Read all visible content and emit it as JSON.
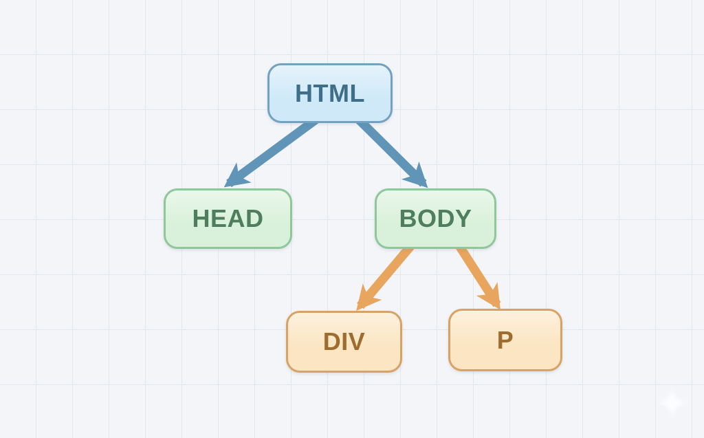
{
  "canvas": {
    "background_color": "#f3f5f8",
    "grid_line_color": "#e2e7ee"
  },
  "diagram": {
    "type": "tree",
    "description": "DOM tree of an HTML document",
    "nodes": [
      {
        "id": "html",
        "label": "HTML",
        "fill": "#cfe9f8",
        "border": "#72a2bf",
        "text_color": "#3f6e8a"
      },
      {
        "id": "head",
        "label": "HEAD",
        "fill": "#d9f1da",
        "border": "#8fc79a",
        "text_color": "#4e7e5d"
      },
      {
        "id": "body",
        "label": "BODY",
        "fill": "#d9f1da",
        "border": "#8fc79a",
        "text_color": "#4e7e5d"
      },
      {
        "id": "div",
        "label": "DIV",
        "fill": "#fbe5c2",
        "border": "#d8a264",
        "text_color": "#9e6c2e"
      },
      {
        "id": "p",
        "label": "P",
        "fill": "#fbe5c2",
        "border": "#d8a264",
        "text_color": "#9e6c2e"
      }
    ],
    "edges": [
      {
        "from": "html",
        "to": "head",
        "color": "#6095b7"
      },
      {
        "from": "html",
        "to": "body",
        "color": "#6095b7"
      },
      {
        "from": "body",
        "to": "div",
        "color": "#e8a55d"
      },
      {
        "from": "body",
        "to": "p",
        "color": "#e8a55d"
      }
    ],
    "watermark": {
      "icon": "sparkle",
      "color": "#ffffff"
    }
  }
}
